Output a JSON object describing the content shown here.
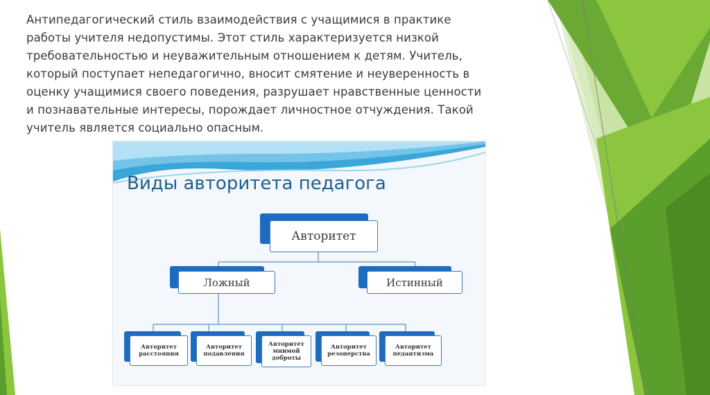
{
  "slide": {
    "paragraph_lines": [
      "Антипедагогический стиль взаимодействия с учащимися в практике",
      "работы учителя недопустимы. Этот стиль характеризуется низкой",
      "требовательностью и неуважительным отношением к детям. Учитель,",
      "который поступает непедагогично, вносит смятение и неуверенность в",
      "оценку учащимися своего поведения, разрушает нравственные ценности",
      "и познавательные интересы, порождает личностное отчуждения. Такой",
      "учитель является социально опасным."
    ],
    "decor_colors": {
      "dark_green": "#5a9e2b",
      "mid_green": "#8cc63f",
      "light_green": "#c9e3a4",
      "pale_green": "#e4f1d3"
    }
  },
  "figure": {
    "title": "Виды авторитета педагога",
    "accent_color": "#1e6cc0",
    "root": "Авторитет",
    "branches": [
      "Ложный",
      "Истинный"
    ],
    "leaves": [
      [
        "Авторитет",
        "расстояния"
      ],
      [
        "Авторитет",
        "подавления"
      ],
      [
        "Авторитет",
        "мнимой",
        "доброты"
      ],
      [
        "Авторитет",
        "резонерства"
      ],
      [
        "Авторитет",
        "педантизма"
      ]
    ]
  }
}
